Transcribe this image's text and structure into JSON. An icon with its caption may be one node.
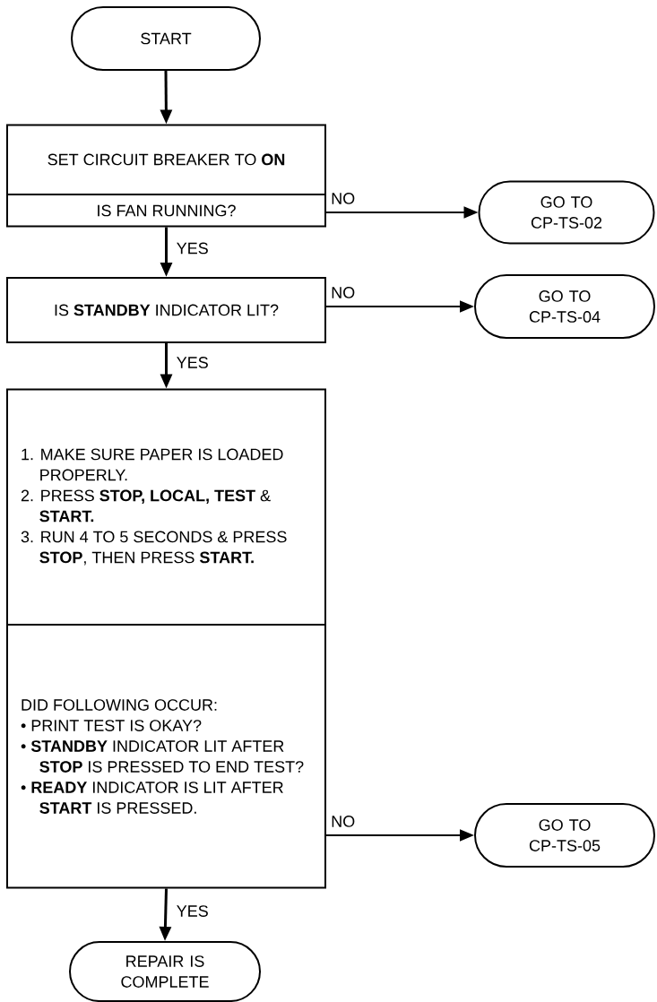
{
  "diagram": {
    "nodes": [
      {
        "text": [
          "START"
        ]
      },
      {
        "text": [
          "SET CIRCUIT BREAKER TO **ON**",
          "IS FAN RUNNING?"
        ]
      },
      {
        "text": [
          "GO TO CP-TS-02"
        ]
      },
      {
        "text": [
          "IS **STANDBY** INDICATOR LIT?"
        ]
      },
      {
        "text": [
          "GO TO CP-TS-04"
        ]
      },
      {
        "text": [
          "1. MAKE SURE PAPER IS LOADED PROPERLY.",
          "2. PRESS **STOP, LOCAL, TEST** & **START.**",
          "3. RUN 4 TO 5 SECONDS & PRESS **STOP**, THEN PRESS **START.**",
          "DID FOLLOWING OCCUR:",
          "• PRINT TEST IS OKAY?",
          "• **STANDBY** INDICATOR LIT AFTER **STOP** IS PRESSED TO END TEST?",
          "• **READY** INDICATOR IS LIT AFTER **START** IS PRESSED."
        ]
      },
      {
        "text": [
          "GO TO CP-TS-05"
        ]
      },
      {
        "text": [
          "REPAIR IS COMPLETE"
        ]
      }
    ],
    "edges": [
      {
        "from": 0,
        "to": 1,
        "arrow": "to"
      },
      {
        "from": 1,
        "to": 2,
        "arrow": "to",
        "label": "NO"
      },
      {
        "from": 1,
        "to": 3,
        "arrow": "to",
        "label": "YES"
      },
      {
        "from": 3,
        "to": 4,
        "arrow": "to",
        "label": "NO"
      },
      {
        "from": 3,
        "to": 5,
        "arrow": "to",
        "label": "YES"
      },
      {
        "from": 5,
        "to": 6,
        "arrow": "to",
        "label": "NO"
      },
      {
        "from": 5,
        "to": 7,
        "arrow": "to",
        "label": "YES"
      }
    ]
  }
}
